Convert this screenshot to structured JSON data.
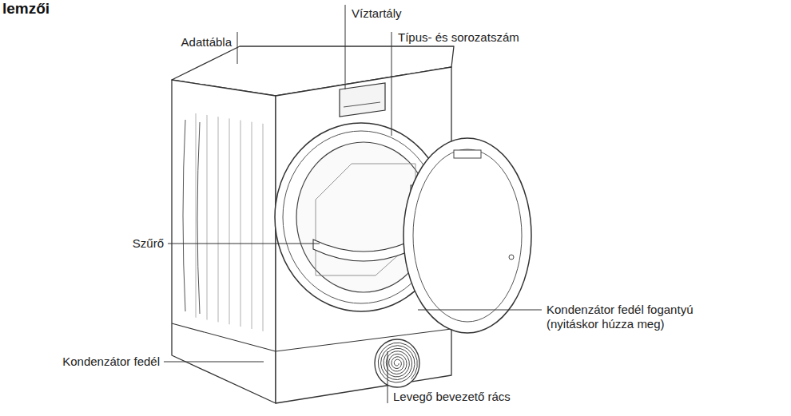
{
  "diagram": {
    "title": "lemzői",
    "labels": [
      "Víztartály",
      "Adattábla",
      "Típus- és sorozatszám",
      "Szűrő",
      "Kondenzátor fedél fogantyú (nyitáskor húzza meg)",
      "Kondenzátor fedél",
      "Levegő bevezető rács"
    ]
  }
}
